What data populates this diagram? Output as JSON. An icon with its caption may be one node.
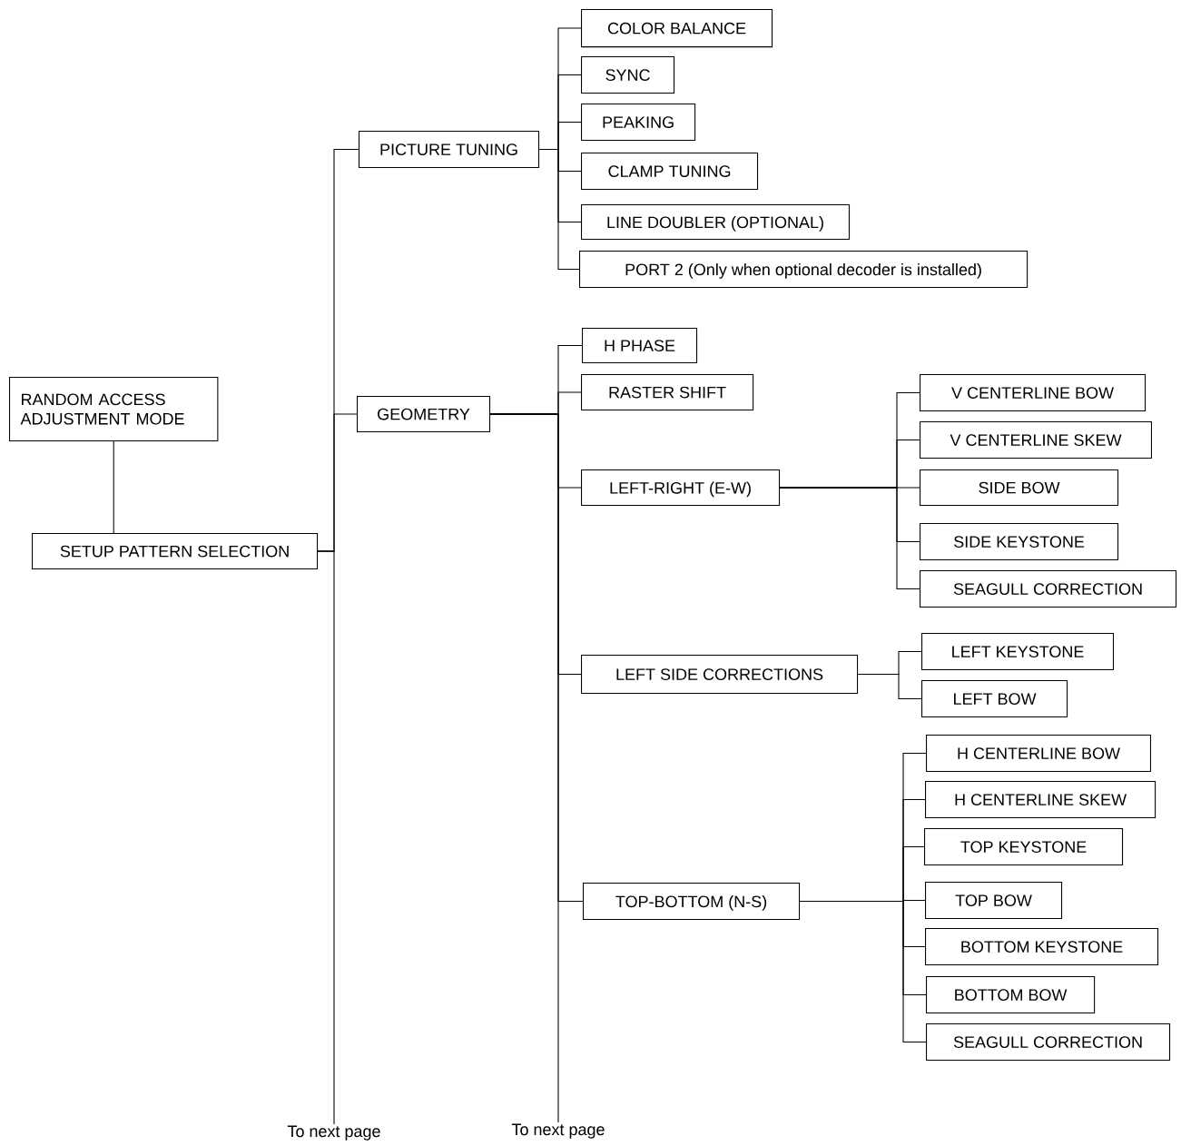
{
  "diagram": {
    "nodes": [
      {
        "text": [
          "RANDOM ACCESS ADJUSTMENT MODE"
        ]
      },
      {
        "text": [
          "SETUP PATTERN SELECTION"
        ]
      },
      {
        "text": [
          "PICTURE TUNING"
        ]
      },
      {
        "text": [
          "COLOR BALANCE"
        ]
      },
      {
        "text": [
          "SYNC"
        ]
      },
      {
        "text": [
          "PEAKING"
        ]
      },
      {
        "text": [
          "CLAMP TUNING"
        ]
      },
      {
        "text": [
          "LINE DOUBLER (OPTIONAL)"
        ]
      },
      {
        "text": [
          "PORT 2 (Only when optional decoder is installed)"
        ]
      },
      {
        "text": [
          "GEOMETRY"
        ]
      },
      {
        "text": [
          "H PHASE"
        ]
      },
      {
        "text": [
          "RASTER SHIFT"
        ]
      },
      {
        "text": [
          "LEFT-RIGHT (E-W)"
        ]
      },
      {
        "text": [
          "V CENTERLINE BOW"
        ]
      },
      {
        "text": [
          "V CENTERLINE SKEW"
        ]
      },
      {
        "text": [
          "SIDE BOW"
        ]
      },
      {
        "text": [
          "SIDE KEYSTONE"
        ]
      },
      {
        "text": [
          "SEAGULL CORRECTION"
        ]
      },
      {
        "text": [
          "LEFT SIDE CORRECTIONS"
        ]
      },
      {
        "text": [
          "LEFT KEYSTONE"
        ]
      },
      {
        "text": [
          "LEFT BOW"
        ]
      },
      {
        "text": [
          "TOP-BOTTOM (N-S)"
        ]
      },
      {
        "text": [
          "H CENTERLINE BOW"
        ]
      },
      {
        "text": [
          "H CENTERLINE SKEW"
        ]
      },
      {
        "text": [
          "TOP KEYSTONE"
        ]
      },
      {
        "text": [
          "TOP BOW"
        ]
      },
      {
        "text": [
          "BOTTOM KEYSTONE"
        ]
      },
      {
        "text": [
          "BOTTOM BOW"
        ]
      },
      {
        "text": [
          "SEAGULL CORRECTION"
        ]
      },
      {
        "text": [
          "To next page"
        ]
      },
      {
        "text": [
          "To next page"
        ]
      }
    ],
    "edges": [
      {
        "from": 0,
        "to": 1,
        "arrow": "none"
      },
      {
        "from": 1,
        "to": 2,
        "arrow": "none"
      },
      {
        "from": 1,
        "to": 9,
        "arrow": "none"
      },
      {
        "from": 1,
        "to": 29,
        "arrow": "none"
      },
      {
        "from": 2,
        "to": 3,
        "arrow": "none"
      },
      {
        "from": 2,
        "to": 4,
        "arrow": "none"
      },
      {
        "from": 2,
        "to": 5,
        "arrow": "none"
      },
      {
        "from": 2,
        "to": 6,
        "arrow": "none"
      },
      {
        "from": 2,
        "to": 7,
        "arrow": "none"
      },
      {
        "from": 2,
        "to": 8,
        "arrow": "none"
      },
      {
        "from": 9,
        "to": 10,
        "arrow": "none"
      },
      {
        "from": 9,
        "to": 11,
        "arrow": "none"
      },
      {
        "from": 9,
        "to": 12,
        "arrow": "none"
      },
      {
        "from": 9,
        "to": 18,
        "arrow": "none"
      },
      {
        "from": 9,
        "to": 21,
        "arrow": "none"
      },
      {
        "from": 9,
        "to": 30,
        "arrow": "none"
      },
      {
        "from": 12,
        "to": 13,
        "arrow": "none"
      },
      {
        "from": 12,
        "to": 14,
        "arrow": "none"
      },
      {
        "from": 12,
        "to": 15,
        "arrow": "none"
      },
      {
        "from": 12,
        "to": 16,
        "arrow": "none"
      },
      {
        "from": 12,
        "to": 17,
        "arrow": "none"
      },
      {
        "from": 18,
        "to": 19,
        "arrow": "none"
      },
      {
        "from": 18,
        "to": 20,
        "arrow": "none"
      },
      {
        "from": 21,
        "to": 22,
        "arrow": "none"
      },
      {
        "from": 21,
        "to": 23,
        "arrow": "none"
      },
      {
        "from": 21,
        "to": 24,
        "arrow": "none"
      },
      {
        "from": 21,
        "to": 25,
        "arrow": "none"
      },
      {
        "from": 21,
        "to": 26,
        "arrow": "none"
      },
      {
        "from": 21,
        "to": 27,
        "arrow": "none"
      },
      {
        "from": 21,
        "to": 28,
        "arrow": "none"
      }
    ]
  }
}
